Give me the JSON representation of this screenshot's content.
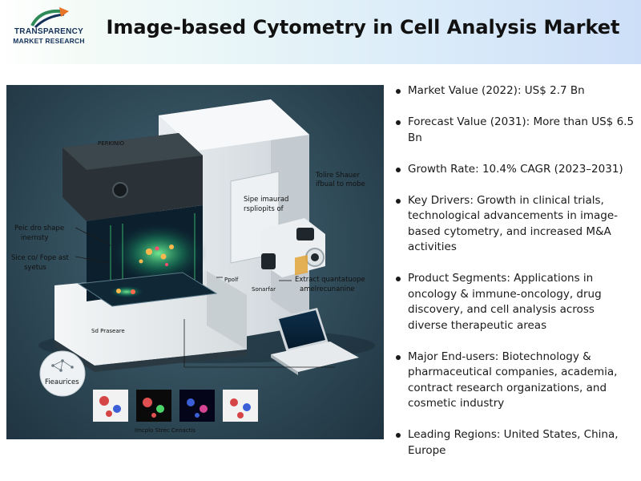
{
  "brand": {
    "line1": "TRANSPARENCY",
    "line2": "MARKET RESEARCH",
    "colors": {
      "navy": "#15315a",
      "green": "#2e8b57",
      "orange": "#e8742a"
    }
  },
  "title": "Image-based Cytometry in Cell Analysis Market",
  "illustration": {
    "machine_label": "PERKINIO",
    "labels": {
      "top_right_a": "Tolire Shauer",
      "top_right_b": "ifbual to mobe",
      "panel_a": "Sipe imaurad",
      "panel_b": "rspliopits of",
      "left_a": "Peic dro shape",
      "left_b": "inernsty",
      "left_c": "Sice co/ Fope ast",
      "left_d": "syetus",
      "mid_a": "Ppolf",
      "mid_b": "Sonarfar",
      "right_a": "Extract quantatuope",
      "right_b": "amelrecunanine",
      "tray": "Sd Praseare",
      "features": "Fieaurices",
      "caption": "Imcplo Strec Cenactis"
    }
  },
  "bullets": [
    "Market Value (2022): US$ 2.7 Bn",
    "Forecast Value (2031): More than US$ 6.5 Bn",
    "Growth Rate: 10.4% CAGR (2023–2031)",
    "Key Drivers: Growth in clinical trials, technological advancements in image-based cytometry, and increased M&A activities",
    "Product Segments: Applications in oncology & immune-oncology, drug discovery, and cell analysis across diverse therapeutic areas",
    "Major End-users: Biotechnology & pharmaceutical companies, academia, contract research organizations, and cosmetic industry",
    "Leading Regions: United States, China, Europe"
  ]
}
